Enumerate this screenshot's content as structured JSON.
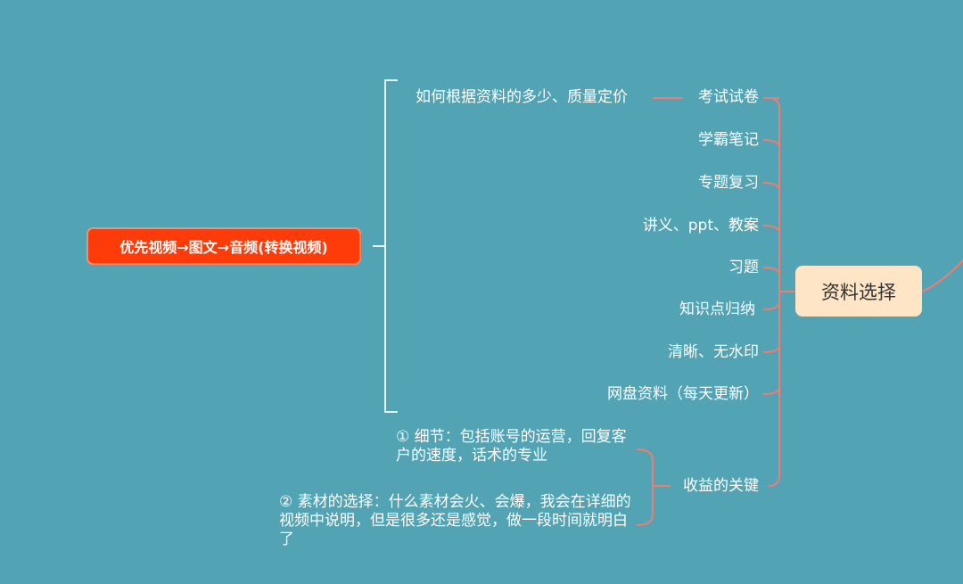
{
  "colors": {
    "background": "#52a3b4",
    "connector": "#f07c72",
    "bracket": "#e8f4f6",
    "root_fill": "#ff3b0a",
    "hub_fill": "#fde5c5"
  },
  "root": {
    "label": "优先视频→图文→音频(转换视频)"
  },
  "hub": {
    "label": "资料选择"
  },
  "branches": [
    {
      "label": "考试试卷"
    },
    {
      "label": "学霸笔记"
    },
    {
      "label": "专题复习"
    },
    {
      "label": "讲义、ppt、教案"
    },
    {
      "label": "习题"
    },
    {
      "label": "知识点归纳"
    },
    {
      "label": "清晰、无水印"
    },
    {
      "label": "网盘资料（每天更新）"
    },
    {
      "label": "收益的关键"
    }
  ],
  "pricing_note": {
    "label": "如何根据资料的多少、质量定价"
  },
  "key_points": [
    {
      "label": "① 细节：包括账号的运营，回复客户的速度，话术的专业"
    },
    {
      "label": "② 素材的选择：什么素材会火、会爆，我会在详细的视频中说明，但是很多还是感觉，做一段时间就明白了"
    }
  ]
}
